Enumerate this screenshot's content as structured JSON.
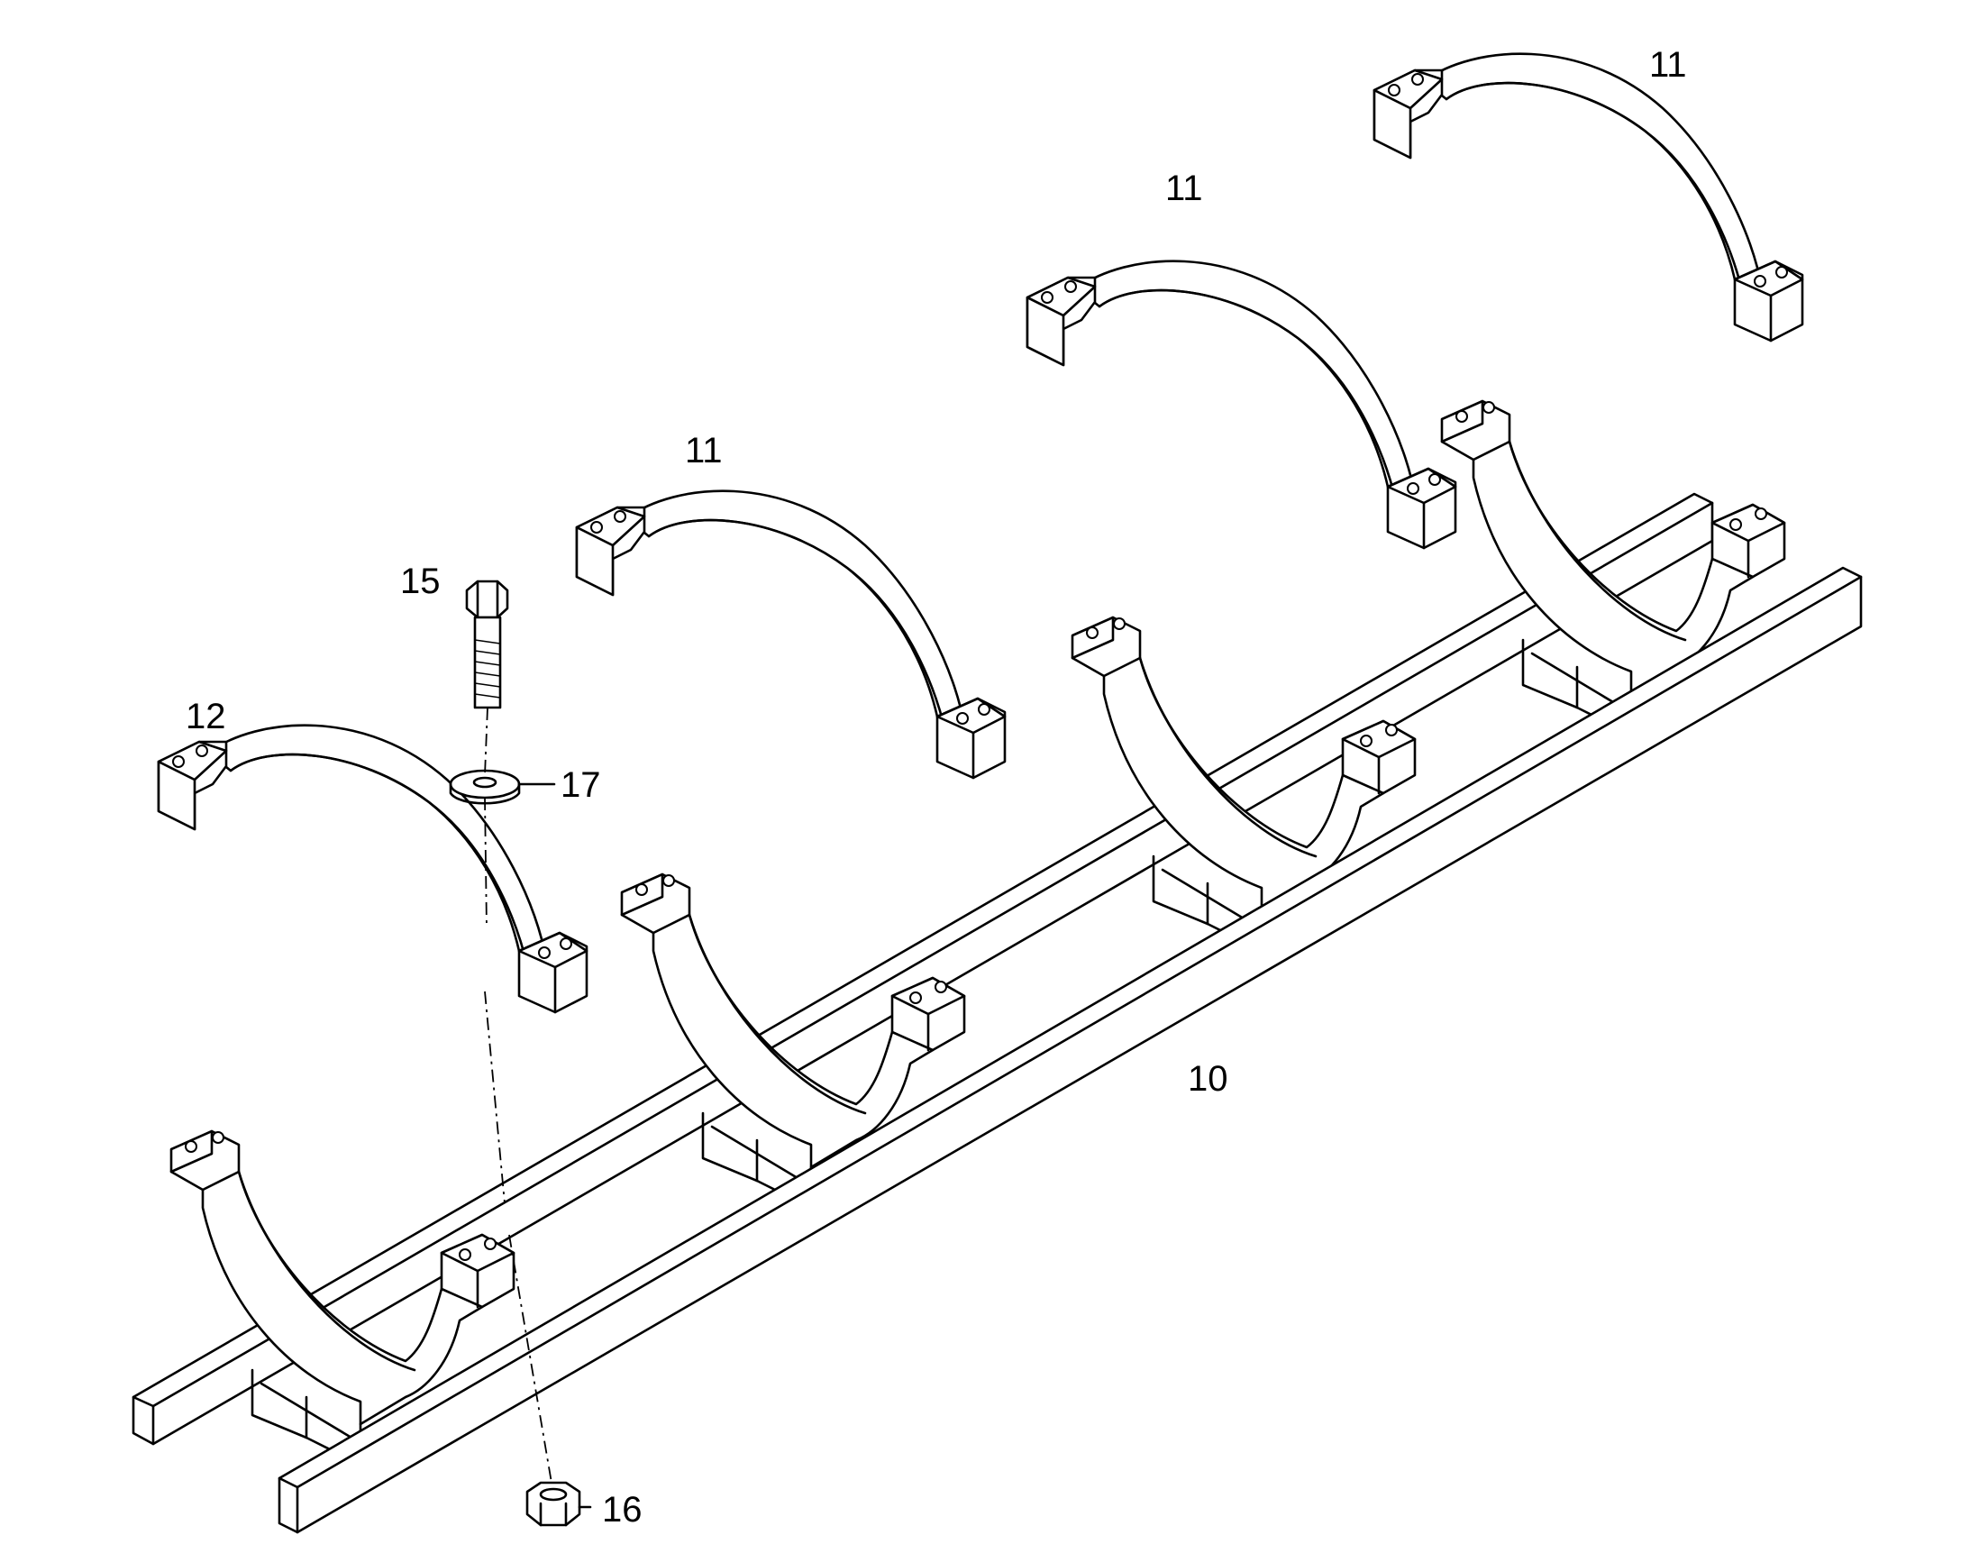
{
  "callouts": [
    {
      "id": "11a",
      "text": "11"
    },
    {
      "id": "11b",
      "text": "11"
    },
    {
      "id": "11c",
      "text": "11"
    },
    {
      "id": "12",
      "text": "12"
    },
    {
      "id": "15",
      "text": "15"
    },
    {
      "id": "17",
      "text": "17"
    },
    {
      "id": "10",
      "text": "10"
    },
    {
      "id": "16",
      "text": "16"
    }
  ]
}
